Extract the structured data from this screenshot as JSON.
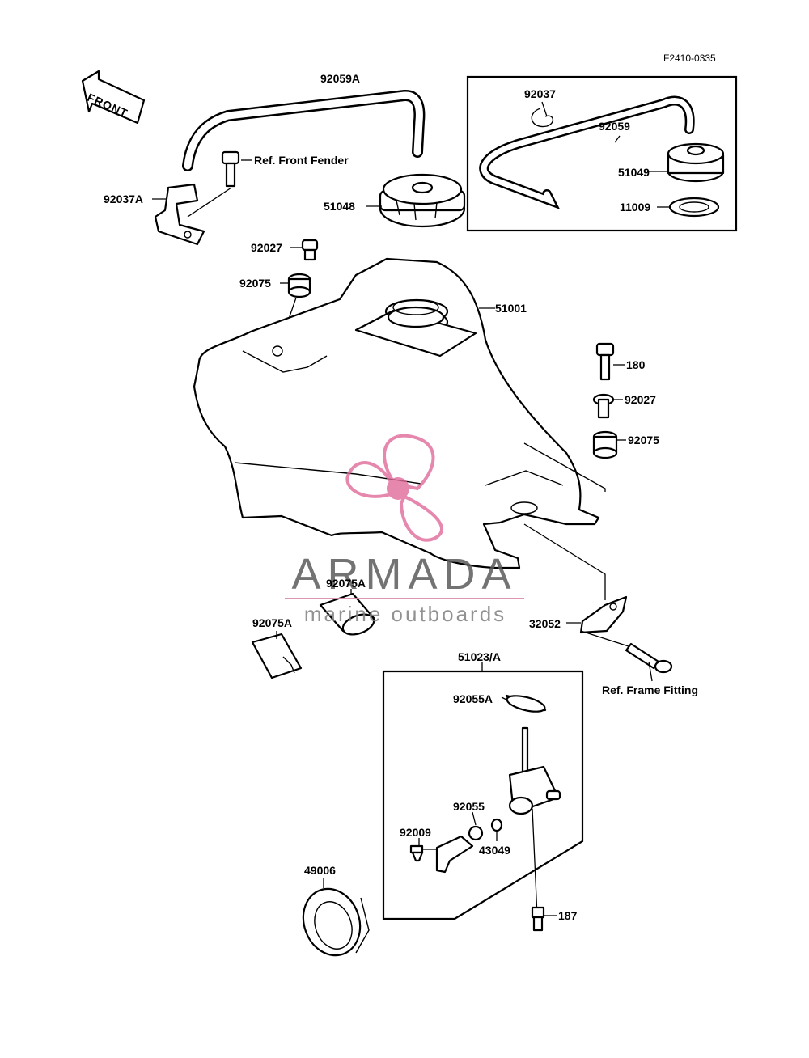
{
  "diagram_code": "F2410-0335",
  "front_label": "FRONT",
  "colors": {
    "line": "#000000",
    "watermark_pink": "#e06a9a",
    "watermark_gray": "#5b5b5b"
  },
  "watermark": {
    "brand": "ARMADA",
    "tagline": "marine outboards"
  },
  "parts": {
    "p92059A": "92059A",
    "ref_front_fender": "Ref. Front Fender",
    "p92037A": "92037A",
    "p51048": "51048",
    "p92037": "92037",
    "p92059": "92059",
    "p51049": "51049",
    "p11009": "11009",
    "p92027_top": "92027",
    "p92075_top": "92075",
    "p51001": "51001",
    "p180": "180",
    "p92027_right": "92027",
    "p92075_right": "92075",
    "p92075A_1": "92075A",
    "p92075A_2": "92075A",
    "p32052": "32052",
    "ref_frame_fitting": "Ref. Frame Fitting",
    "p51023A": "51023/A",
    "p92055A": "92055A",
    "p92055": "92055",
    "p92009": "92009",
    "p43049": "43049",
    "p49006": "49006",
    "p187": "187"
  }
}
